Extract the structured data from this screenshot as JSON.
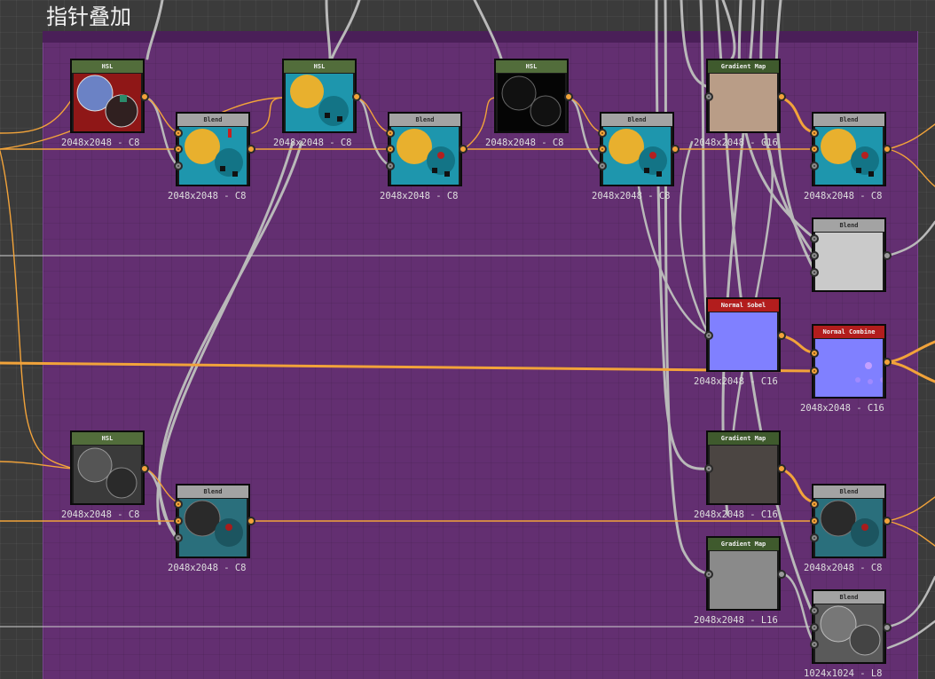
{
  "frame": {
    "title": "指针叠加"
  },
  "nodes": {
    "hsl_1": {
      "label": "HSL",
      "resolution": "2048x2048 - C8"
    },
    "blend_1": {
      "label": "Blend",
      "resolution": "2048x2048 - C8"
    },
    "hsl_2": {
      "label": "HSL",
      "resolution": "2048x2048 - C8"
    },
    "blend_2": {
      "label": "Blend",
      "resolution": "2048x2048 - C8"
    },
    "hsl_3": {
      "label": "HSL",
      "resolution": "2048x2048 - C8"
    },
    "blend_3": {
      "label": "Blend",
      "resolution": "2048x2048 - C8"
    },
    "gradient_map_1": {
      "label": "Gradient Map",
      "resolution": "2048x2048 - C16"
    },
    "blend_4": {
      "label": "Blend",
      "resolution": "2048x2048 - C8"
    },
    "blend_5": {
      "label": "Blend",
      "resolution": ""
    },
    "normal_sobel": {
      "label": "Normal Sobel",
      "resolution": "2048x2048 - C16"
    },
    "normal_combine": {
      "label": "Normal Combine",
      "resolution": "2048x2048 - C16"
    },
    "hsl_4": {
      "label": "HSL",
      "resolution": "2048x2048 - C8"
    },
    "blend_6": {
      "label": "Blend",
      "resolution": "2048x2048 - C8"
    },
    "gradient_map_2": {
      "label": "Gradient Map",
      "resolution": "2048x2048 - C16"
    },
    "blend_7": {
      "label": "Blend",
      "resolution": "2048x2048 - C8"
    },
    "gradient_map_3": {
      "label": "Gradient Map",
      "resolution": "2048x2048 - L16"
    },
    "blend_8": {
      "label": "Blend",
      "resolution": "1024x1024 - L8"
    }
  },
  "colors": {
    "frame_fill": "#632f71",
    "wire_color": "#f2a33a",
    "wire_grey": "#b9b9b9",
    "hsl_header": "#526d3b",
    "blend_header": "#a3a3a3",
    "normal_header": "#b21d1d"
  }
}
